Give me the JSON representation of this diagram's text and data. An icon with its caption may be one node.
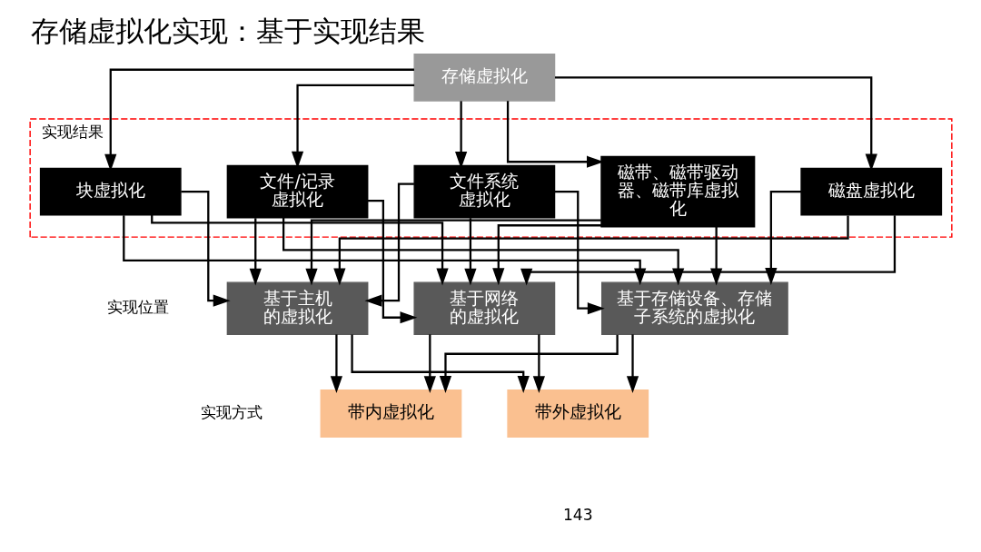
{
  "diagram": {
    "title": "存储虚拟化实现：基于实现结果",
    "nodes": [
      {
        "text": [
          "存储虚拟化"
        ]
      },
      {
        "text": [
          "实现结果"
        ]
      },
      {
        "text": [
          "块虚拟化"
        ],
        "in": 1
      },
      {
        "text": [
          "磁盘虚拟化"
        ],
        "in": 1
      },
      {
        "text": [
          "磁带、磁带驱动器、磁带库虚拟化"
        ],
        "in": 1
      },
      {
        "text": [
          "文件系统虚拟化"
        ],
        "in": 1
      },
      {
        "text": [
          "文件/记录虚拟化"
        ],
        "in": 1
      },
      {
        "text": [
          "基于主机的虚拟化"
        ]
      },
      {
        "text": [
          "基于网络的虚拟化"
        ]
      },
      {
        "text": [
          "基于存储设备、存储子系统的虚拟化"
        ]
      },
      {
        "text": [
          "带内虚拟化"
        ]
      },
      {
        "text": [
          "带外虚拟化"
        ]
      }
    ],
    "edges": [
      {
        "from": 0,
        "to": 2,
        "arrow": "to"
      },
      {
        "from": 0,
        "to": 3,
        "arrow": "to"
      },
      {
        "from": 0,
        "to": 4,
        "arrow": "to"
      },
      {
        "from": 0,
        "to": 5,
        "arrow": "to"
      },
      {
        "from": 0,
        "to": 6,
        "arrow": "to"
      },
      {
        "from": 2,
        "to": 7,
        "arrow": "to"
      },
      {
        "from": 2,
        "to": 8,
        "arrow": "to"
      },
      {
        "from": 2,
        "to": 9,
        "arrow": "to"
      },
      {
        "from": 3,
        "to": 7,
        "arrow": "to"
      },
      {
        "from": 3,
        "to": 8,
        "arrow": "to"
      },
      {
        "from": 3,
        "to": 9,
        "arrow": "to"
      },
      {
        "from": 4,
        "to": 7,
        "arrow": "to"
      },
      {
        "from": 4,
        "to": 8,
        "arrow": "to"
      },
      {
        "from": 4,
        "to": 9,
        "arrow": "to"
      },
      {
        "from": 5,
        "to": 7,
        "arrow": "to"
      },
      {
        "from": 5,
        "to": 8,
        "arrow": "to"
      },
      {
        "from": 5,
        "to": 9,
        "arrow": "to"
      },
      {
        "from": 6,
        "to": 7,
        "arrow": "to"
      },
      {
        "from": 6,
        "to": 8,
        "arrow": "to"
      },
      {
        "from": 6,
        "to": 9,
        "arrow": "to"
      },
      {
        "from": 7,
        "to": 10,
        "arrow": "to"
      },
      {
        "from": 7,
        "to": 11,
        "arrow": "to"
      },
      {
        "from": 8,
        "to": 10,
        "arrow": "to"
      },
      {
        "from": 8,
        "to": 11,
        "arrow": "to"
      },
      {
        "from": 9,
        "to": 10,
        "arrow": "to"
      },
      {
        "from": 9,
        "to": 11,
        "arrow": "to"
      }
    ],
    "labels": [
      "实现位置",
      "实现方式",
      "143"
    ]
  }
}
